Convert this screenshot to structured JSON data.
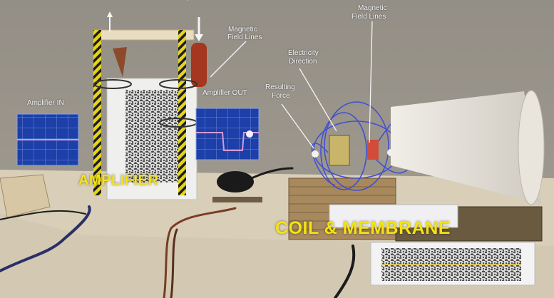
{
  "labels": {
    "amplifier_in": "Amplifier IN",
    "amplifier_out": "Amplifier OUT",
    "amplifier": "AMPLIFIER",
    "field_lines_left_1": "Magnetic",
    "field_lines_left_2": "Field Lines",
    "field_lines_right_1": "Magnetic",
    "field_lines_right_2": "Field Lines",
    "electricity_1": "Electricity",
    "electricity_2": "Direction",
    "force_1": "Resulting",
    "force_2": "Force",
    "coil_membrane": "COIL & MEMBRANE"
  },
  "colors": {
    "label_yellow": "#f5e313",
    "scope_blue": "#1c3fa8",
    "field_line_blue": "#3a49d8",
    "wall": "#8f8a80",
    "table": "#d9cfb9"
  }
}
